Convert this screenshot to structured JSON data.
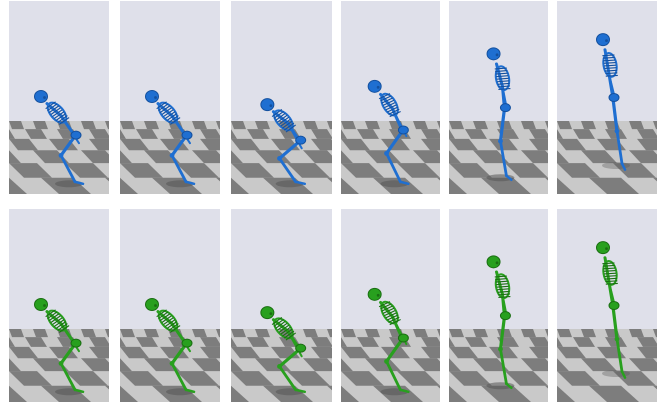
{
  "figure": {
    "colors": {
      "sky": "#dfe0ea",
      "floor_light": "#c9c9c9",
      "floor_dark": "#7d7d7d",
      "shadow": "#555555",
      "skeleton_top": "#1f6fd1",
      "skeleton_top_dark": "#14509e",
      "skeleton_bottom": "#28a01e",
      "skeleton_bottom_dark": "#1a6e12"
    },
    "rows": [
      {
        "name": "top-row",
        "skeleton_color": "blue",
        "frames": [
          {
            "pose": "crouch-lean"
          },
          {
            "pose": "crouch-lean"
          },
          {
            "pose": "crouch-deep"
          },
          {
            "pose": "crouch-rise"
          },
          {
            "pose": "extend"
          },
          {
            "pose": "airborne"
          }
        ]
      },
      {
        "name": "bottom-row",
        "skeleton_color": "green",
        "frames": [
          {
            "pose": "crouch-lean"
          },
          {
            "pose": "crouch-lean"
          },
          {
            "pose": "crouch-deep"
          },
          {
            "pose": "crouch-rise"
          },
          {
            "pose": "extend"
          },
          {
            "pose": "airborne"
          }
        ]
      }
    ]
  }
}
